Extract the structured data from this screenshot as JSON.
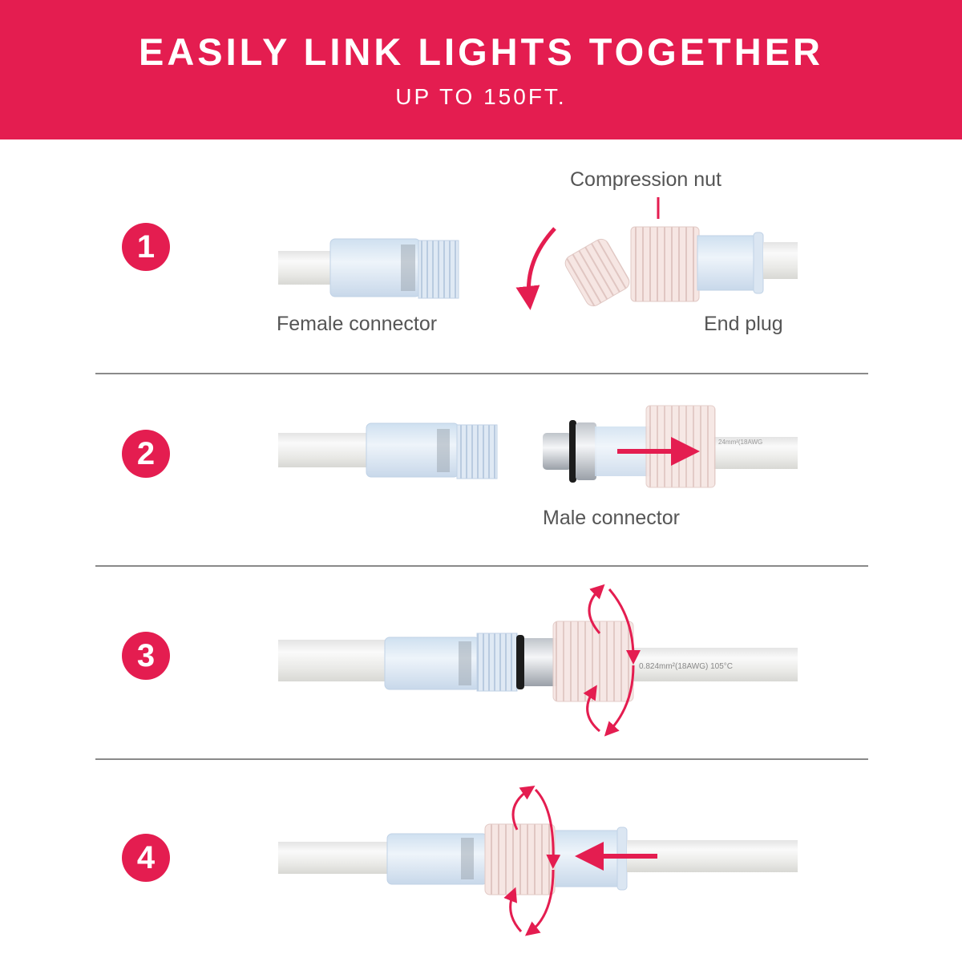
{
  "header": {
    "title": "EASILY LINK LIGHTS TOGETHER",
    "subtitle": "UP TO 150FT."
  },
  "colors": {
    "accent": "#E41D50",
    "label": "#555555",
    "divider": "#8a8a8a"
  },
  "steps": [
    {
      "number": "1",
      "labels": {
        "compression_nut": "Compression nut",
        "female_connector": "Female connector",
        "end_plug": "End plug"
      }
    },
    {
      "number": "2",
      "labels": {
        "male_connector": "Male connector"
      },
      "cable_print": "24mm²(18AWG"
    },
    {
      "number": "3",
      "cable_print": "0.824mm²(18AWG)  105°C"
    },
    {
      "number": "4"
    }
  ]
}
